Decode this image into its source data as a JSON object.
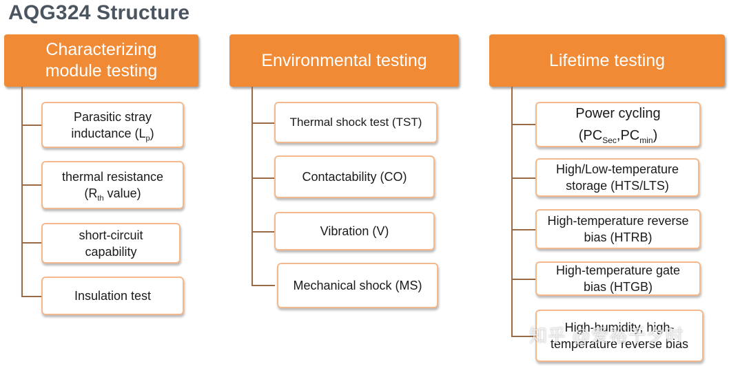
{
  "title": "AQG324 Structure",
  "columns": [
    {
      "header": [
        "Characterizing",
        "module testing"
      ],
      "items": [
        {
          "text": "Parasitic stray",
          "text2": "inductance (L",
          "sub": "p",
          "tail": ")"
        },
        {
          "text": "thermal resistance",
          "text2": "(R",
          "sub": "th",
          "tail": " value)"
        },
        {
          "text": "short-circuit",
          "text2": "capability"
        },
        {
          "text": "Insulation test"
        }
      ]
    },
    {
      "header": [
        "Environmental testing"
      ],
      "items": [
        {
          "text": "Thermal shock test (TST)"
        },
        {
          "text": "Contactability (CO)"
        },
        {
          "text": "Vibration (V)"
        },
        {
          "text": "Mechanical shock (MS)"
        }
      ]
    },
    {
      "header": [
        "Lifetime testing"
      ],
      "items": [
        {
          "text": "Power cycling",
          "text2": "(PC",
          "sub": "Sec",
          "mid": ",PC",
          "sub2": "min",
          "tail": ")"
        },
        {
          "text": "High/Low-temperature",
          "text2": "storage (HTS/LTS)"
        },
        {
          "text": "High-temperature reverse",
          "text2": "bias (HTRB)"
        },
        {
          "text": "High-temperature gate",
          "text2": "bias (HTGB)"
        },
        {
          "text": "High-humidity, high-",
          "text2": "temperature reverse bias"
        }
      ]
    }
  ],
  "watermark": "知乎 @爱裕千夕时",
  "colors": {
    "header": "#f08a35",
    "box_border": "#f3b98c",
    "connector": "#9a6a45",
    "title": "#4a5560"
  }
}
